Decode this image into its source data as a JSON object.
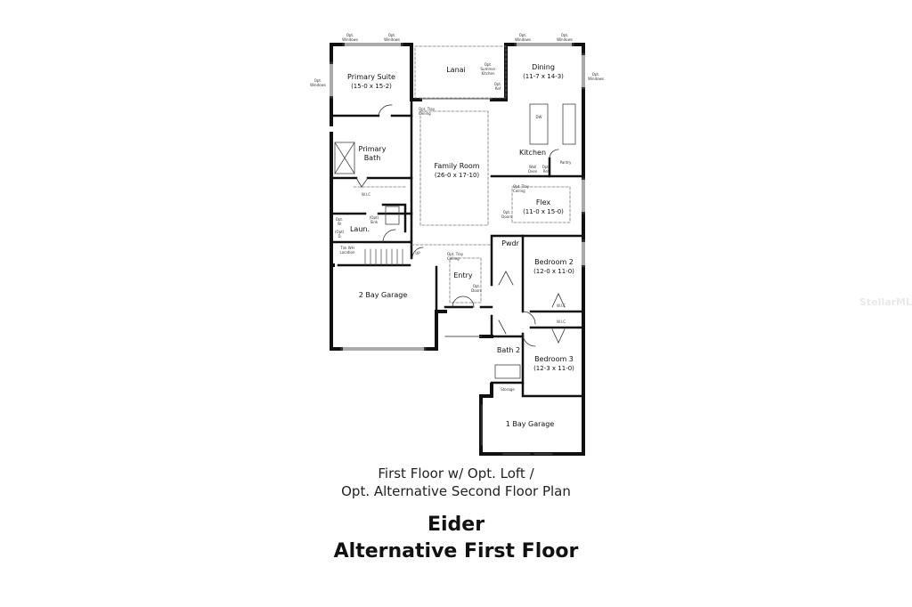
{
  "plan": {
    "rooms": [
      {
        "name": "Primary Suite",
        "dims": "(15-0 x 15-2)"
      },
      {
        "name": "Lanai",
        "dims": ""
      },
      {
        "name": "Dining",
        "dims": "(11-7 x 14-3)"
      },
      {
        "name": "Primary Bath",
        "dims": ""
      },
      {
        "name": "Family Room",
        "dims": "(26-0 x 17-10)"
      },
      {
        "name": "Kitchen",
        "dims": ""
      },
      {
        "name": "Flex",
        "dims": "(11-0 x 15-0)"
      },
      {
        "name": "Laun.",
        "dims": ""
      },
      {
        "name": "Pwdr",
        "dims": ""
      },
      {
        "name": "Bedroom 2",
        "dims": "(12-0 x 11-0)"
      },
      {
        "name": "2 Bay Garage",
        "dims": ""
      },
      {
        "name": "Entry",
        "dims": ""
      },
      {
        "name": "Bath 2",
        "dims": ""
      },
      {
        "name": "Bedroom 3",
        "dims": "(12-3 x 11-0)"
      },
      {
        "name": "1 Bay Garage",
        "dims": ""
      }
    ],
    "notes": {
      "opt_windows": "Opt. Windows",
      "opt_summer_kitchen": "Opt. Summer Kitchen",
      "opt_ref": "Opt. Ref",
      "opt_tray_ceiling": "Opt. Tray Ceiling",
      "dw": "DW",
      "wall_oven": "Wall Oven",
      "pantry": "Pantry",
      "opt_doors": "Opt. Doors",
      "wic": "W.I.C",
      "opt_sink": "(Opt) Sink",
      "opt_w": "Opt. W",
      "opt_d": "(Opt) D",
      "tank_wh": "Tnk WH Location",
      "up": "UP",
      "storage": "Storage"
    }
  },
  "caption": {
    "line1": "First Floor w/ Opt. Loft /",
    "line2": "Opt. Alternative Second Floor Plan",
    "title": "Eider",
    "subtitle": "Alternative First Floor"
  },
  "watermark": "StellarMLS"
}
